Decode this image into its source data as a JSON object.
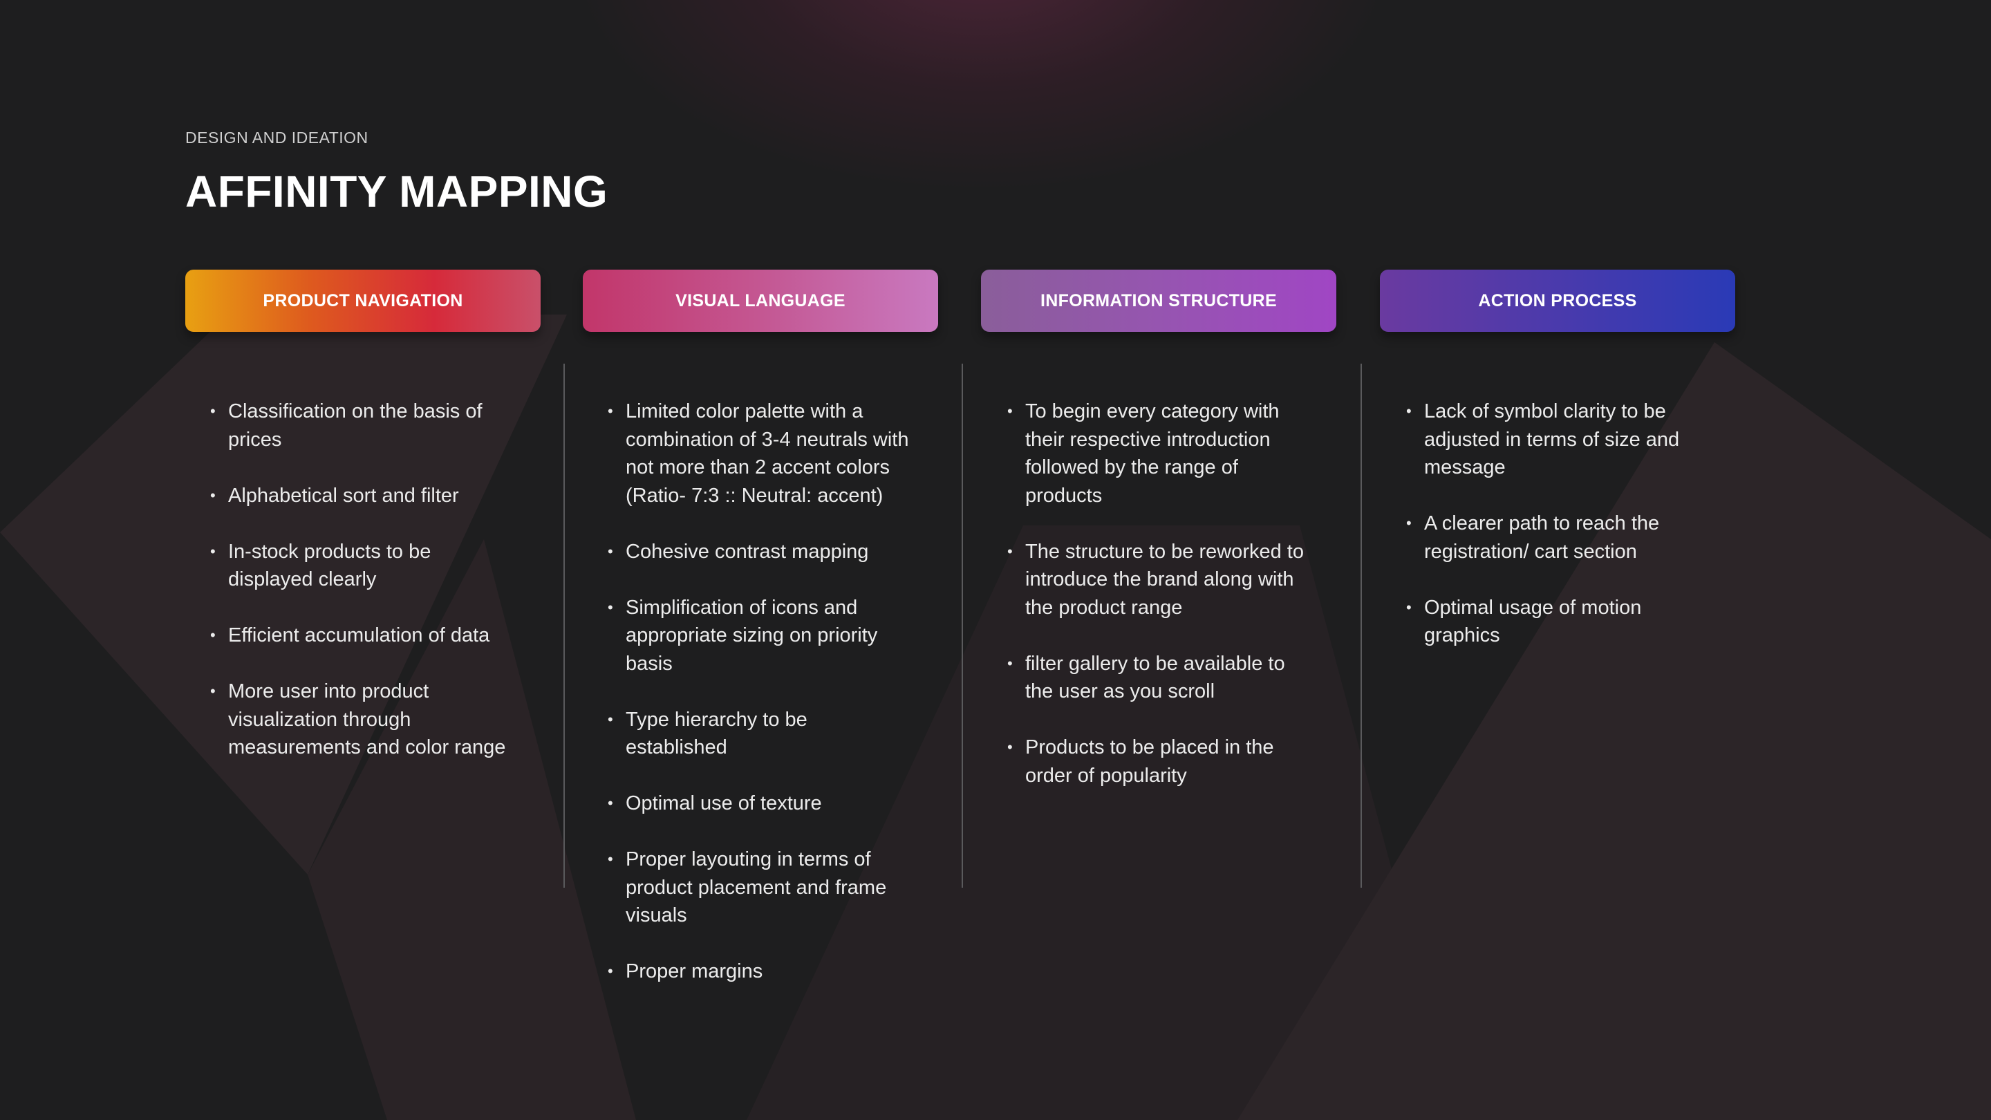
{
  "page": {
    "eyebrow": "DESIGN AND IDEATION",
    "title": "AFFINITY MAPPING"
  },
  "colors": {
    "background": "#1e1e1f",
    "triangle": "#2c2528",
    "product_navigation_gradient": [
      "#e8a012",
      "#d62a3a",
      "#c9506a"
    ],
    "visual_language_gradient": [
      "#c2366a",
      "#c979c0"
    ],
    "information_structure_gradient": [
      "#8a5e9a",
      "#a046c4"
    ],
    "action_process_gradient": [
      "#6a3aa0",
      "#2a3ab6"
    ]
  },
  "columns": [
    {
      "header": "PRODUCT NAVIGATION",
      "items": [
        "Classification on the basis of prices",
        "Alphabetical sort and filter",
        "In-stock products to be displayed clearly",
        "Efficient accumulation of data",
        "More user into product visualization through measurements and color range"
      ]
    },
    {
      "header": "VISUAL LANGUAGE",
      "items": [
        "Limited color palette with a combination of 3-4 neutrals with not more than 2 accent colors (Ratio- 7:3 :: Neutral: accent)",
        "Cohesive contrast mapping",
        "Simplification of icons and appropriate sizing on priority basis",
        "Type hierarchy to be established",
        "Optimal use of texture",
        "Proper layouting in terms of product placement and frame visuals",
        "Proper margins"
      ]
    },
    {
      "header": "INFORMATION STRUCTURE",
      "items": [
        "To begin every category with their respective introduction followed by the range of products",
        "The structure to be reworked to introduce the brand along with the product range",
        "filter gallery to be available to the user as you scroll",
        "Products to be placed in the order of popularity"
      ]
    },
    {
      "header": "ACTION PROCESS",
      "items": [
        "Lack of symbol clarity to be adjusted in terms of size and message",
        "A clearer path to reach the registration/ cart section",
        "Optimal usage of motion graphics"
      ]
    }
  ]
}
